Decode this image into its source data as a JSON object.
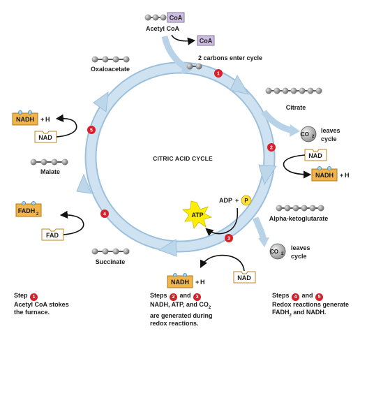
{
  "labels": {
    "coa": "CoA",
    "acetyl_coa": "Acetyl CoA",
    "coa_released": "CoA",
    "enter": "2 carbons enter cycle",
    "oxaloacetate": "Oxaloacetate",
    "citrate": "Citrate",
    "co2_a": "CO",
    "co2_a_sub": "2",
    "leaves_a_1": "leaves",
    "leaves_a_2": "cycle",
    "nad_right": "NAD",
    "nadh_right": "NADH",
    "h_right": "H",
    "plus": "+",
    "title": "CITRIC ACID CYCLE",
    "malate": "Malate",
    "nadh_left": "NADH",
    "h_left": "H",
    "nad_left": "NAD",
    "adp": "ADP",
    "plus_p": "+",
    "p": "P",
    "atp": "ATP",
    "fadh_left": "FADH",
    "fadh_sub": "2",
    "fad_left": "FAD",
    "alpha": "Alpha-ketoglutarate",
    "co2_b": "CO",
    "co2_b_sub": "2",
    "leaves_b_1": "leaves",
    "leaves_b_2": "cycle",
    "succinate": "Succinate",
    "nadh_bottom": "NADH",
    "h_bottom": "H",
    "nad_bottom": "NAD"
  },
  "steps": {
    "s1": "1",
    "s2": "2",
    "s3": "3",
    "s4": "4",
    "s5": "5"
  },
  "captions": {
    "c1": {
      "step_word": "Step",
      "n1": "1",
      "line2": "Acetyl CoA stokes",
      "line3": "the furnace."
    },
    "c2": {
      "step_word": "Steps",
      "n1": "2",
      "and": "and",
      "n2": "3",
      "line2": "NADH, ATP, and CO",
      "line2_sub": "2",
      "line3": "are generated during",
      "line4": "redox reactions."
    },
    "c3": {
      "step_word": "Steps",
      "n1": "4",
      "and": "and",
      "n2": "5",
      "line2": "Redox reactions generate",
      "line3_a": "FADH",
      "line3_sub": "2",
      "line3_b": " and NADH."
    }
  },
  "colors": {
    "cycle_arrow": "#c9deee",
    "cycle_edge": "#9cc0dc",
    "step_badge": "#d8202a",
    "carbon": "#8a8a8a",
    "coa_box": "#cdbde0",
    "nadh_box": "#f0b44a",
    "atp_star": "#ffee00",
    "p_circle": "#ffe23a"
  }
}
